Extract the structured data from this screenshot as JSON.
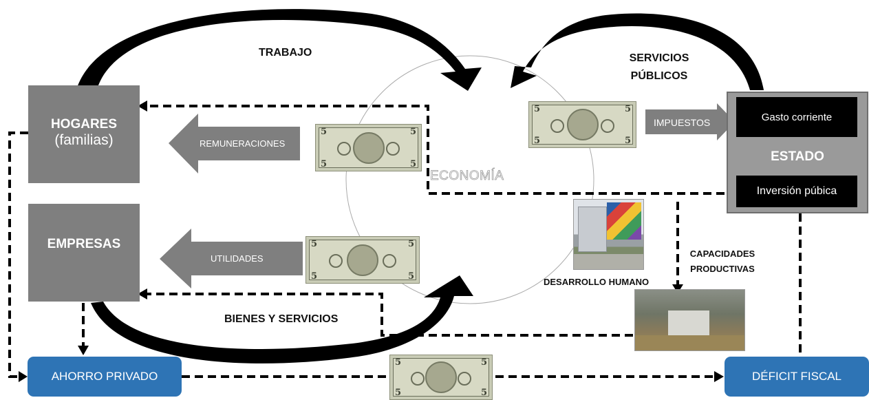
{
  "nodes": {
    "hogares": {
      "title": "HOGARES",
      "subtitle": "(familias)"
    },
    "empresas": {
      "title": "EMPRESAS"
    },
    "estado": {
      "title": "ESTADO",
      "gasto": "Gasto corriente",
      "inversion": "Inversión púbica"
    },
    "ahorro": "AHORRO PRIVADO",
    "deficit": "DÉFICIT FISCAL"
  },
  "flows": {
    "trabajo": "TRABAJO",
    "servicios_line1": "SERVICIOS",
    "servicios_line2": "PÚBLICOS",
    "bienes": "BIENES Y SERVICIOS",
    "remuneraciones": "REMUNERACIONES",
    "utilidades": "UTILIDADES",
    "impuestos": "IMPUESTOS",
    "economia": "ECONOMÍA",
    "desarrollo": "DESARROLLO HUMANO",
    "capacidades_line1": "CAPACIDADES",
    "capacidades_line2": "PRODUCTIVAS"
  },
  "bill": {
    "denomination": "5"
  },
  "colors": {
    "box": "#7f7f7f",
    "estado": "#9a9a9a",
    "pill": "#2e74b5",
    "arrow": "#7f7f7f",
    "dashed": "#000000"
  }
}
